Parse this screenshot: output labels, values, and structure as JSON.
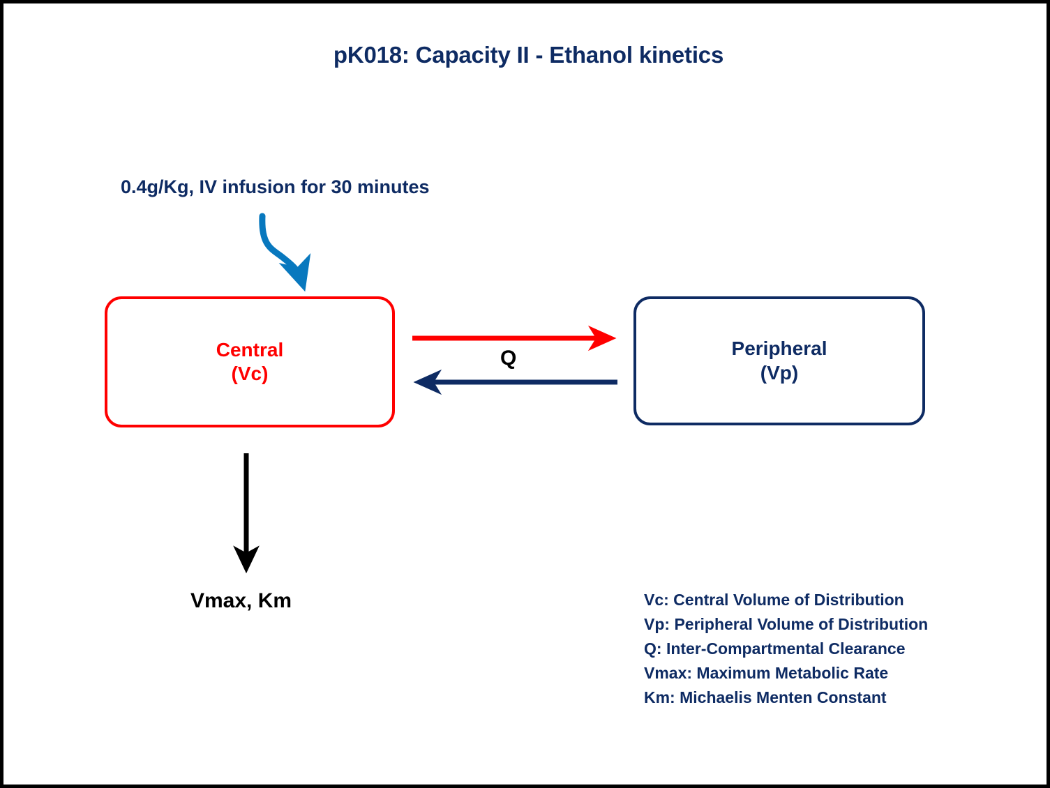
{
  "diagram": {
    "title": "pK018: Capacity II - Ethanol kinetics",
    "dose_label": "0.4g/Kg, IV infusion for 30 minutes",
    "frame_border_color": "#000000",
    "background_color": "#ffffff"
  },
  "compartments": {
    "central": {
      "name": "Central",
      "symbol": "(Vc)",
      "color": "#FF0000"
    },
    "peripheral": {
      "name": "Peripheral",
      "symbol": "(Vp)",
      "color": "#0E2B63"
    }
  },
  "arrows": {
    "infusion": {
      "label": "infusion-curved-arrow",
      "color": "#0878BE",
      "direction": "down-right"
    },
    "central_to_peripheral": {
      "label": "Q",
      "color": "#FF0000",
      "direction": "right"
    },
    "peripheral_to_central": {
      "label": "Q",
      "color": "#0E2B63",
      "direction": "left"
    },
    "elimination": {
      "label": "Vmax, Km",
      "color": "#000000",
      "direction": "down"
    }
  },
  "labels": {
    "q": "Q",
    "vmax_km": "Vmax, Km"
  },
  "legend": {
    "color": "#0E2B63",
    "lines": [
      "Vc: Central Volume of Distribution",
      "Vp: Peripheral Volume of Distribution",
      "Q: Inter-Compartmental Clearance",
      "Vmax: Maximum Metabolic Rate",
      "Km: Michaelis Menten Constant"
    ]
  }
}
